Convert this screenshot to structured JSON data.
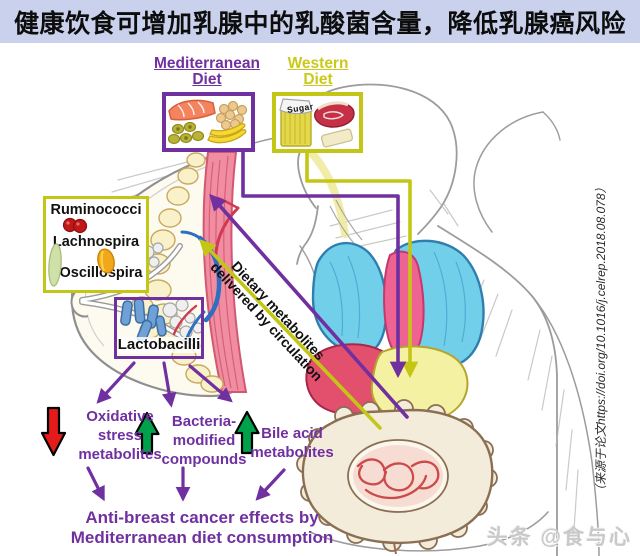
{
  "banner": {
    "title": "健康饮食可增加乳腺中的乳酸菌含量，降低乳腺癌风险"
  },
  "diet_labels": {
    "mediterranean_line1": "Mediterranean",
    "mediterranean_line2": "Diet",
    "western_line1": "Western",
    "western_line2": "Diet",
    "sugar_bag_label": "Sugar"
  },
  "breast_bacteria_box": {
    "item1": "Ruminococci",
    "item2": "Lachnospira",
    "item3": "Oscillospira"
  },
  "lactobacilli_box": {
    "label": "Lactobacilli"
  },
  "circulation_label": {
    "line1": "Dietary metabolites",
    "line2": "delivered by circulation"
  },
  "metabolite_effects": {
    "oxidative": {
      "direction": "down",
      "line1": "Oxidative",
      "line2": "stress",
      "line3": "metabolites"
    },
    "bacteria_modified": {
      "direction": "up",
      "line1": "Bacteria-",
      "line2": "modified",
      "line3": "compounds"
    },
    "bile_acid": {
      "direction": "up",
      "line1": "Bile acid",
      "line2": "metabolites"
    }
  },
  "conclusion": {
    "line1": "Anti-breast cancer effects by",
    "line2": "Mediterranean diet consumption"
  },
  "source_note": "（来源于论文https://doi.org/10.1016/j.celrep.2018.08.078）",
  "watermark": "头条 @食与心",
  "icons": {
    "mediterranean_foods": [
      "salmon-icon",
      "chickpeas-icon",
      "olives-icon",
      "banana-icon"
    ],
    "western_foods": [
      "sugar-bag-icon",
      "meat-icon",
      "butter-icon"
    ],
    "bacteria": [
      "ruminococci-icon",
      "lachnospira-icon",
      "oscillospira-icon",
      "lactobacilli-icon"
    ],
    "arrows": [
      "red-down-block-arrow-icon",
      "green-up-block-arrow-icon",
      "purple-arrow-icon",
      "yellow-arrow-icon"
    ]
  },
  "colors": {
    "banner_bg": "#c9d1ec",
    "purple": "#7030a0",
    "olive_yellow": "#c4c616",
    "red_arrow": "#e31b1b",
    "green_arrow": "#00a14b"
  }
}
